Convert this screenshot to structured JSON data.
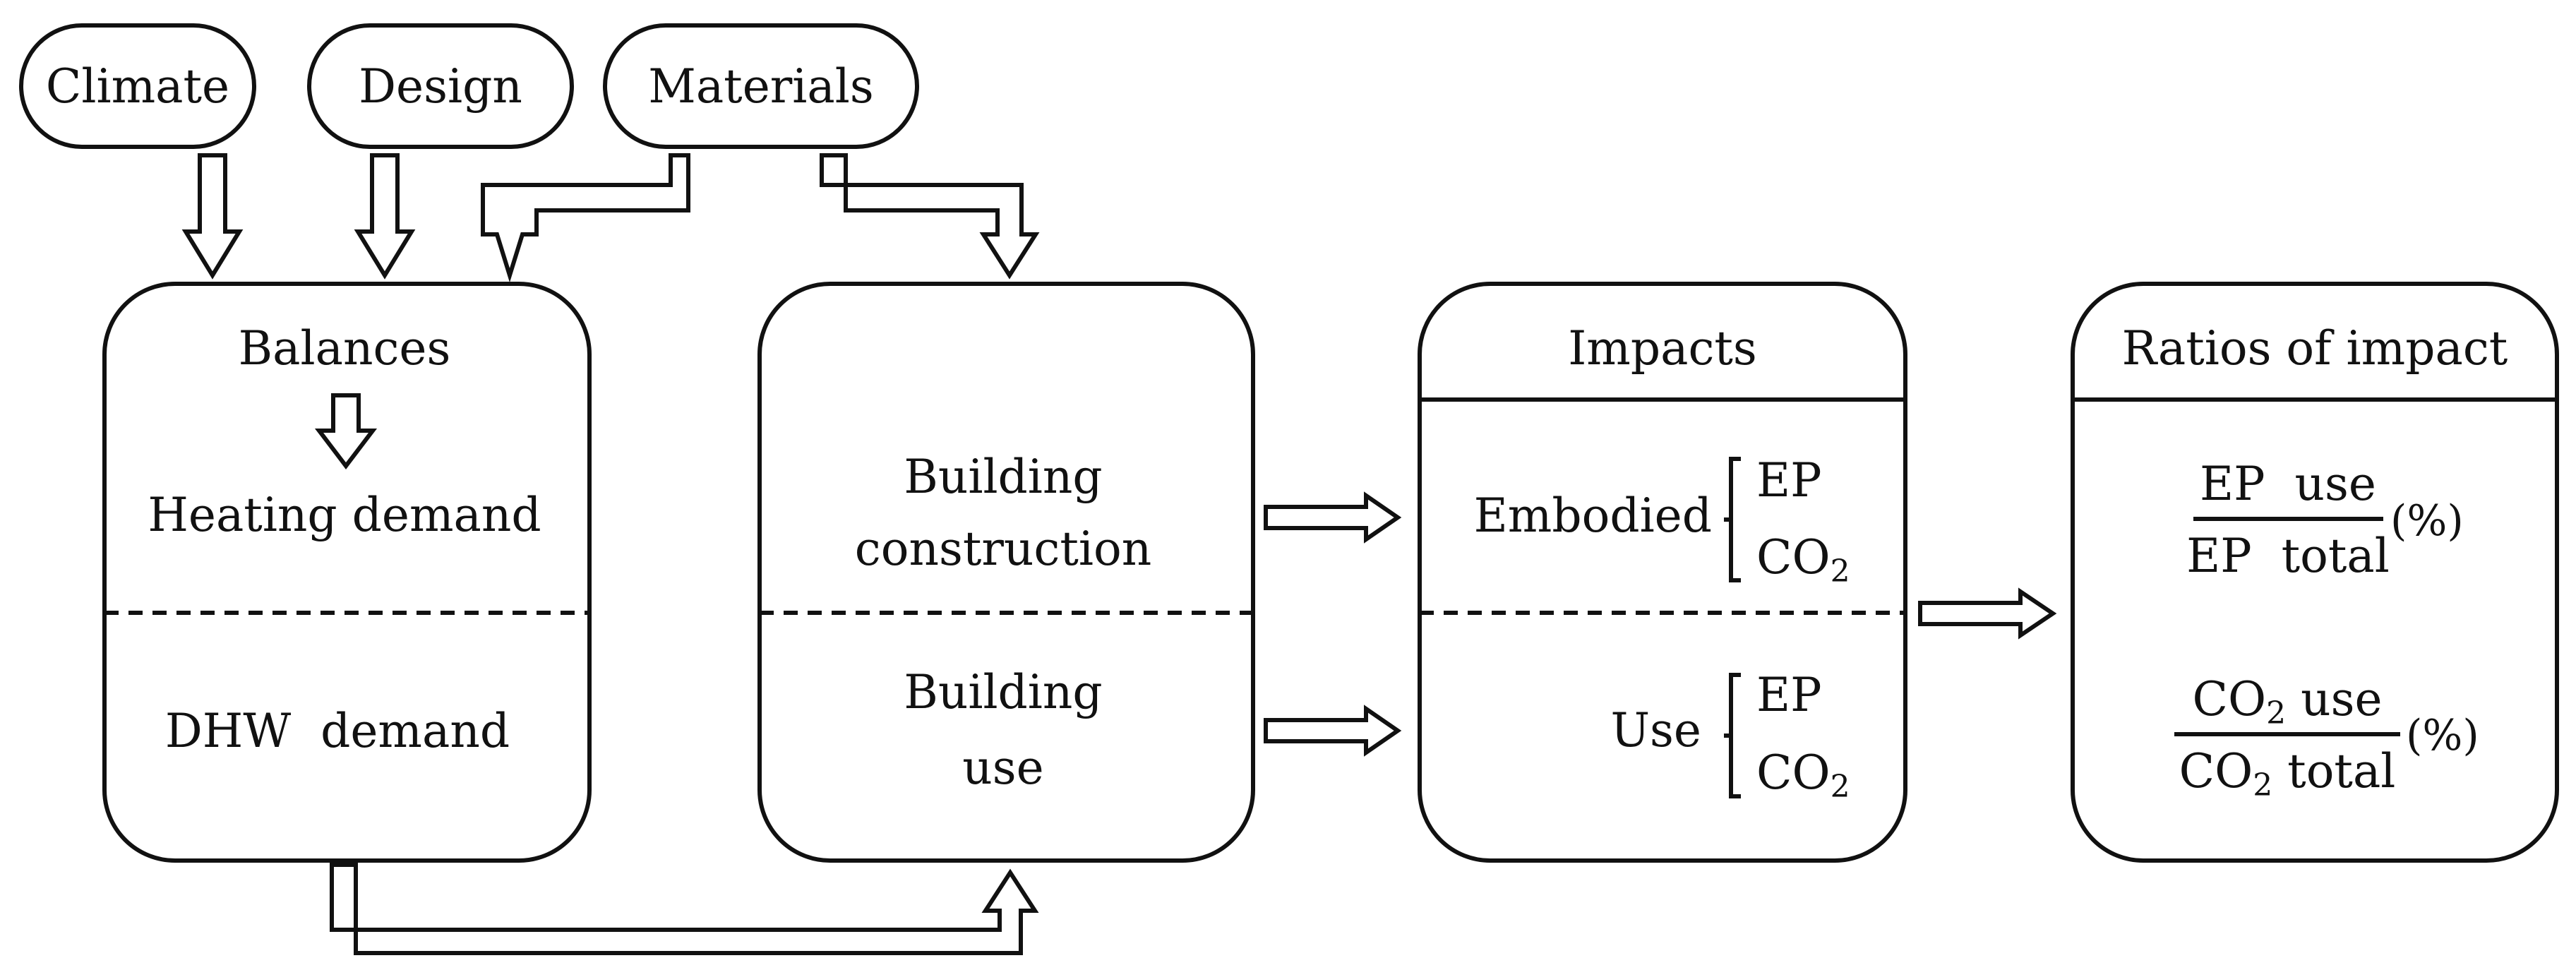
{
  "inputs": {
    "climate": "Climate",
    "design": "Design",
    "materials": "Materials"
  },
  "box1": {
    "title": "Balances",
    "heating": "Heating demand",
    "dhw": "DHW  demand"
  },
  "box2": {
    "construction_line1": "Building",
    "construction_line2": "construction",
    "use_line1": "Building",
    "use_line2": "use"
  },
  "box3": {
    "title": "Impacts",
    "embodied_label": "Embodied",
    "use_label": "Use",
    "ep": "EP",
    "co2_base": "CO",
    "co2_sub": "2"
  },
  "box4": {
    "title": "Ratios of impact",
    "ratio1_num": "EP  use",
    "ratio1_den": "EP  total",
    "ratio2_num_base": "CO",
    "ratio2_num_sub": "2",
    "ratio2_num_rest": " use",
    "ratio2_den_base": "CO",
    "ratio2_den_sub": "2",
    "ratio2_den_rest": " total",
    "percent": "(%)"
  }
}
